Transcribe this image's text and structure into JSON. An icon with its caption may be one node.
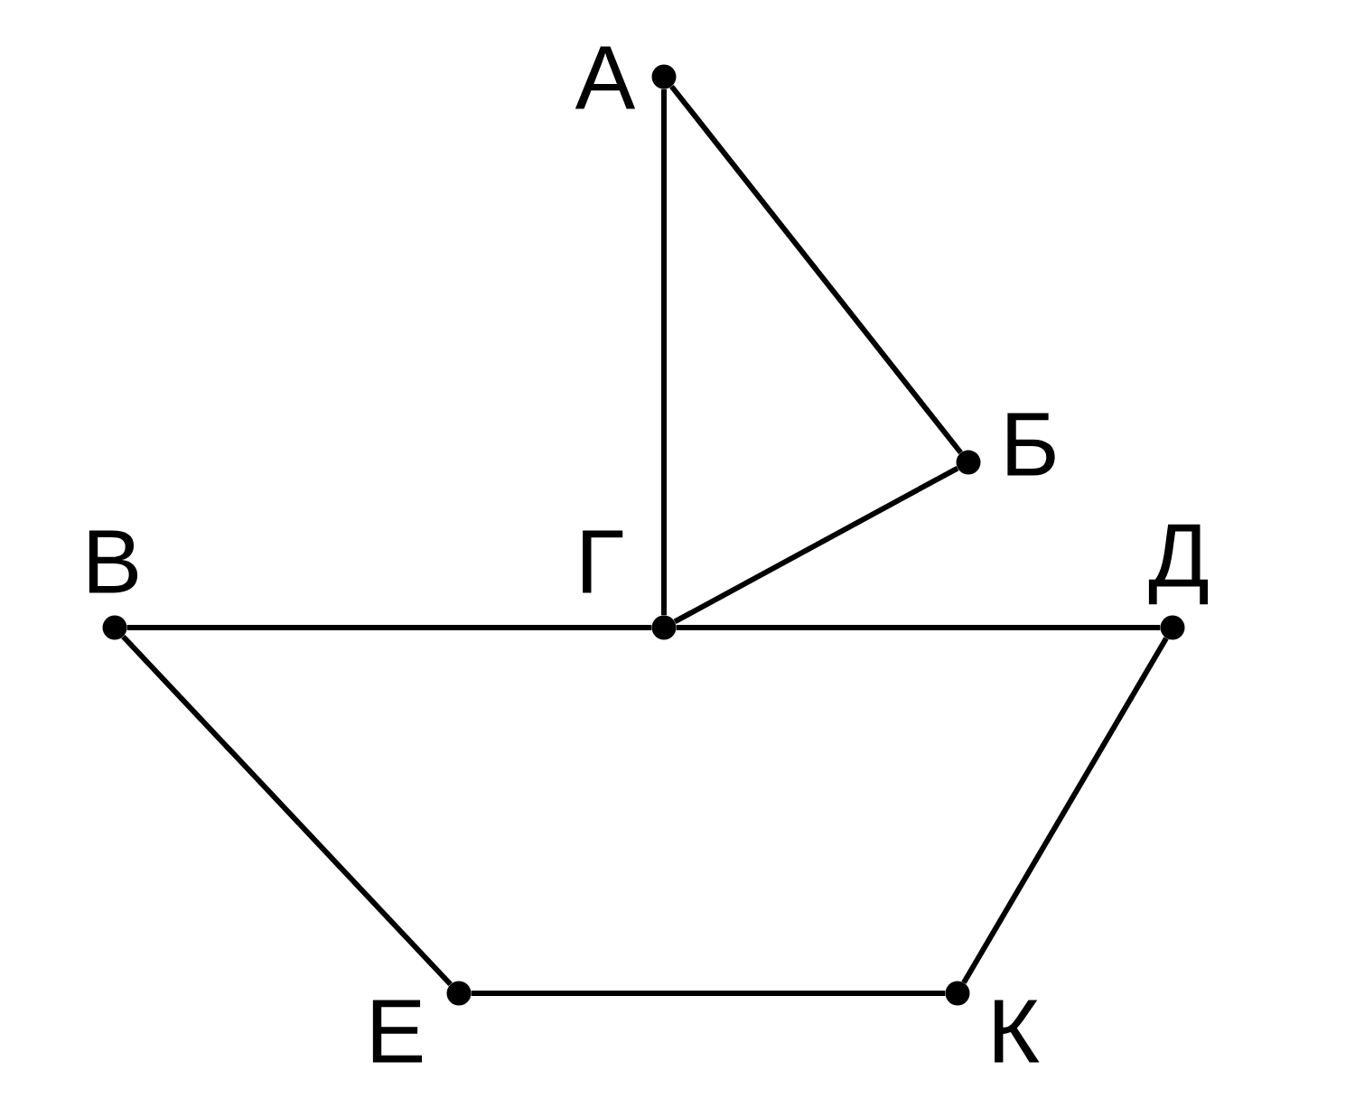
{
  "diagram": {
    "nodes": [
      {
        "text": [],
        "shape": "circle",
        "beside": [
          "А"
        ]
      },
      {
        "text": [],
        "shape": "circle",
        "beside": [
          "Б"
        ]
      },
      {
        "text": [],
        "shape": "circle",
        "beside": [
          "В"
        ]
      },
      {
        "text": [],
        "shape": "circle",
        "beside": [
          "Г"
        ]
      },
      {
        "text": [],
        "shape": "circle",
        "beside": [
          "Д"
        ]
      },
      {
        "text": [],
        "shape": "circle",
        "beside": [
          "Е"
        ]
      },
      {
        "text": [],
        "shape": "circle",
        "beside": [
          "К"
        ]
      }
    ],
    "edges": [
      {
        "from": 0,
        "to": 3,
        "arrow": "none"
      },
      {
        "from": 0,
        "to": 1,
        "arrow": "none"
      },
      {
        "from": 1,
        "to": 3,
        "arrow": "none"
      },
      {
        "from": 2,
        "to": 3,
        "arrow": "none"
      },
      {
        "from": 3,
        "to": 4,
        "arrow": "none"
      },
      {
        "from": 2,
        "to": 5,
        "arrow": "none"
      },
      {
        "from": 5,
        "to": 6,
        "arrow": "none"
      },
      {
        "from": 6,
        "to": 4,
        "arrow": "none"
      }
    ]
  }
}
